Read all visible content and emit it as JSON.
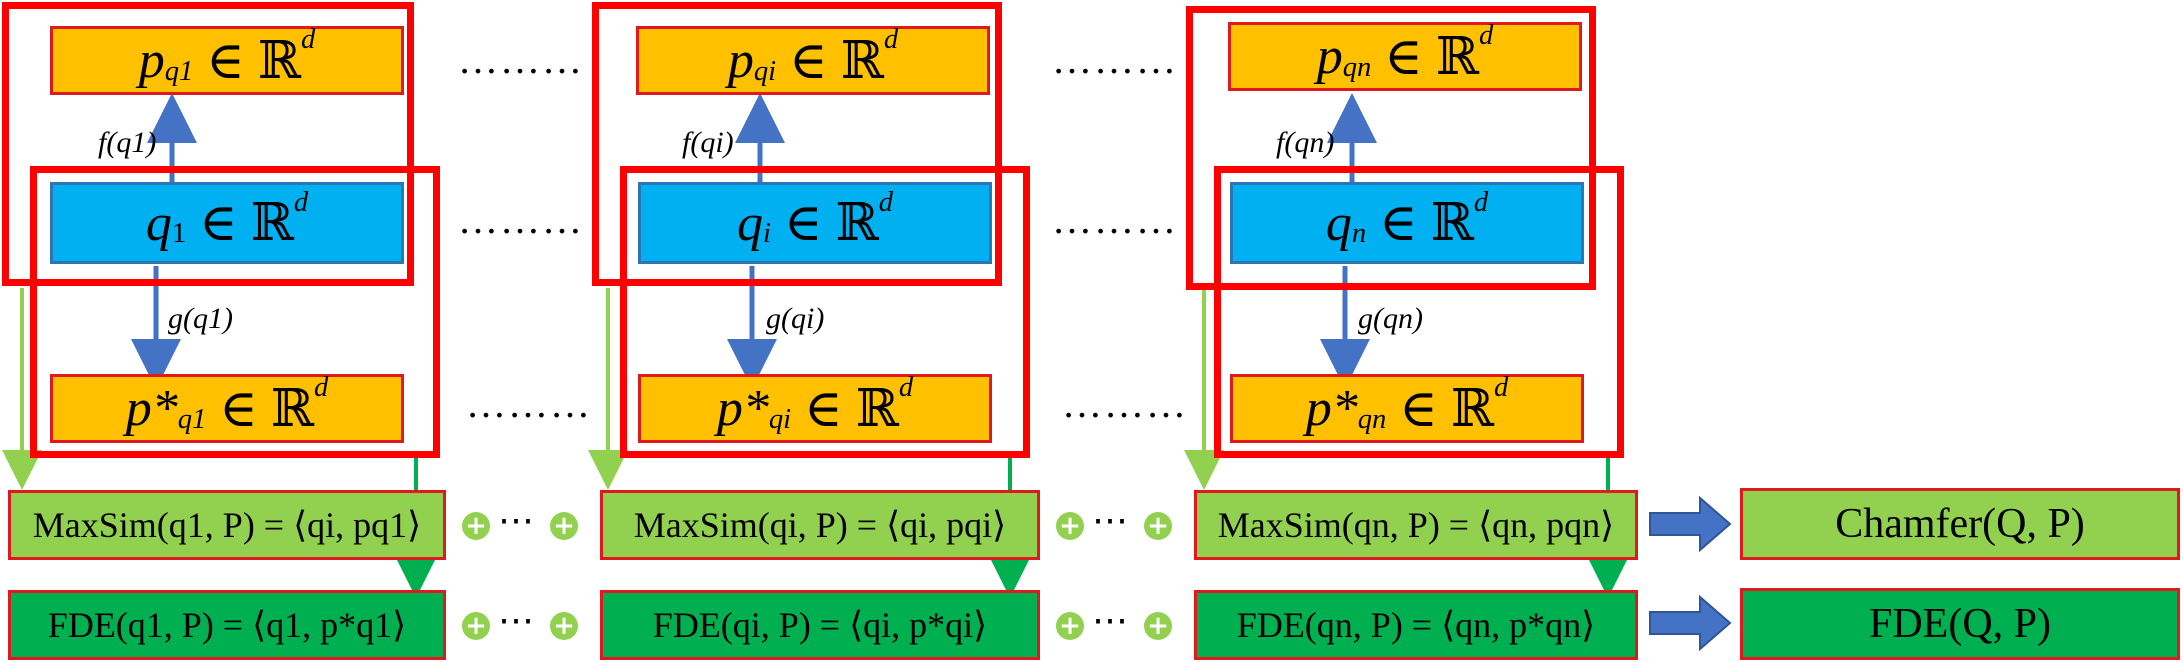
{
  "columns": [
    {
      "p_label": "p",
      "p_sub": "q1",
      "q_label": "q",
      "q_sub": "1",
      "f_label": "f(q1)",
      "g_label": "g(q1)",
      "pstar_label": "p*",
      "pstar_sub": "q1",
      "space": "∈ ℝ",
      "dim": "d",
      "maxsim": "MaxSim(q1, P) = ⟨qi, pq1⟩",
      "fde": "FDE(q1, P) = ⟨q1, p*q1⟩"
    },
    {
      "p_label": "p",
      "p_sub": "qi",
      "q_label": "q",
      "q_sub": "i",
      "f_label": "f(qi)",
      "g_label": "g(qi)",
      "pstar_label": "p*",
      "pstar_sub": "qi",
      "space": "∈ ℝ",
      "dim": "d",
      "maxsim": "MaxSim(qi, P) = ⟨qi, pqi⟩",
      "fde": "FDE(qi, P) = ⟨qi, p*qi⟩"
    },
    {
      "p_label": "p",
      "p_sub": "qn",
      "q_label": "q",
      "q_sub": "n",
      "f_label": "f(qn)",
      "g_label": "g(qn)",
      "pstar_label": "p*",
      "pstar_sub": "qn",
      "space": "∈ ℝ",
      "dim": "d",
      "maxsim": "MaxSim(qn, P) = ⟨qn, pqn⟩",
      "fde": "FDE(qn, P) = ⟨qn, p*qn⟩"
    }
  ],
  "ellipsis": "………",
  "cdots": "⋯",
  "plus": "+",
  "result_chamfer": "Chamfer(Q, P)",
  "result_fde": "FDE(Q, P)",
  "colors": {
    "orange": "#ffc000",
    "blue": "#00b0f0",
    "light_green": "#92d050",
    "dark_green": "#00b050",
    "frame_red": "#ff0000",
    "arrow_blue": "#4472c4"
  }
}
